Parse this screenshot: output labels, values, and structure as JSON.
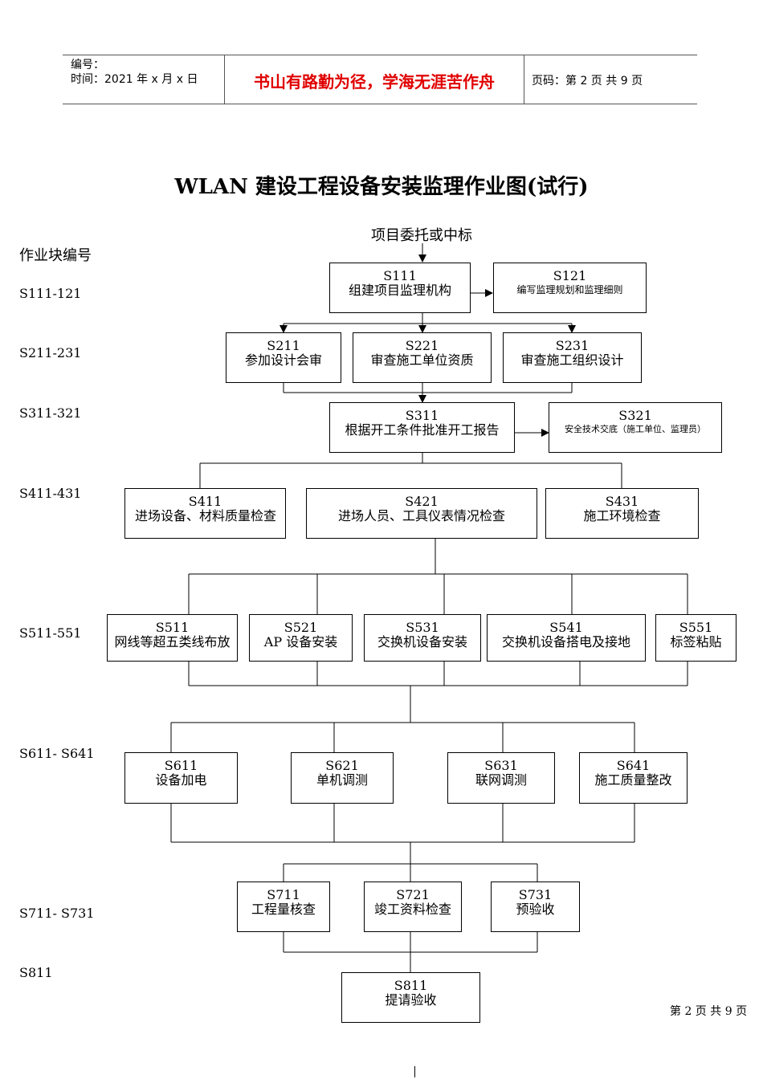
{
  "header": {
    "number_label": "编号：",
    "time_label": "时间：2021 年 x 月 x 日",
    "motto": "书山有路勤为径，学海无涯苦作舟",
    "page_info": "页码：第 2 页  共 9 页"
  },
  "title": "WLAN 建设工程设备安装监理作业图(试行)",
  "column_header": "作业块编号",
  "start_label": "项目委托或中标",
  "row_labels": [
    "S111-121",
    "S211-231",
    "S311-321",
    "S411-431",
    "S511-551",
    "S611- S641",
    "S711- S731",
    "S811"
  ],
  "boxes": {
    "S111": {
      "code": "S111",
      "label": "组建项目监理机构"
    },
    "S121": {
      "code": "S121",
      "label": "编写监理规划和监理细则"
    },
    "S211": {
      "code": "S211",
      "label": "参加设计会审"
    },
    "S221": {
      "code": "S221",
      "label": "审查施工单位资质"
    },
    "S231": {
      "code": "S231",
      "label": "审查施工组织设计"
    },
    "S311": {
      "code": "S311",
      "label": "根据开工条件批准开工报告"
    },
    "S321": {
      "code": "S321",
      "label": "安全技术交底（施工单位、监理员）"
    },
    "S411": {
      "code": "S411",
      "label": "进场设备、材料质量检查"
    },
    "S421": {
      "code": "S421",
      "label": "进场人员、工具仪表情况检查"
    },
    "S431": {
      "code": "S431",
      "label": "施工环境检查"
    },
    "S511": {
      "code": "S511",
      "label": "网线等超五类线布放"
    },
    "S521": {
      "code": "S521",
      "label": "AP 设备安装"
    },
    "S531": {
      "code": "S531",
      "label": "交换机设备安装"
    },
    "S541": {
      "code": "S541",
      "label": "交换机设备搭电及接地"
    },
    "S551": {
      "code": "S551",
      "label": "标签粘贴"
    },
    "S611": {
      "code": "S611",
      "label": "设备加电"
    },
    "S621": {
      "code": "S621",
      "label": "单机调测"
    },
    "S631": {
      "code": "S631",
      "label": "联网调测"
    },
    "S641": {
      "code": "S641",
      "label": "施工质量整改"
    },
    "S711": {
      "code": "S711",
      "label": "工程量核查"
    },
    "S721": {
      "code": "S721",
      "label": "竣工资料检查"
    },
    "S731": {
      "code": "S731",
      "label": "预验收"
    },
    "S811": {
      "code": "S811",
      "label": "提请验收"
    }
  },
  "footer": {
    "page": "第 2 页 共 9 页"
  }
}
